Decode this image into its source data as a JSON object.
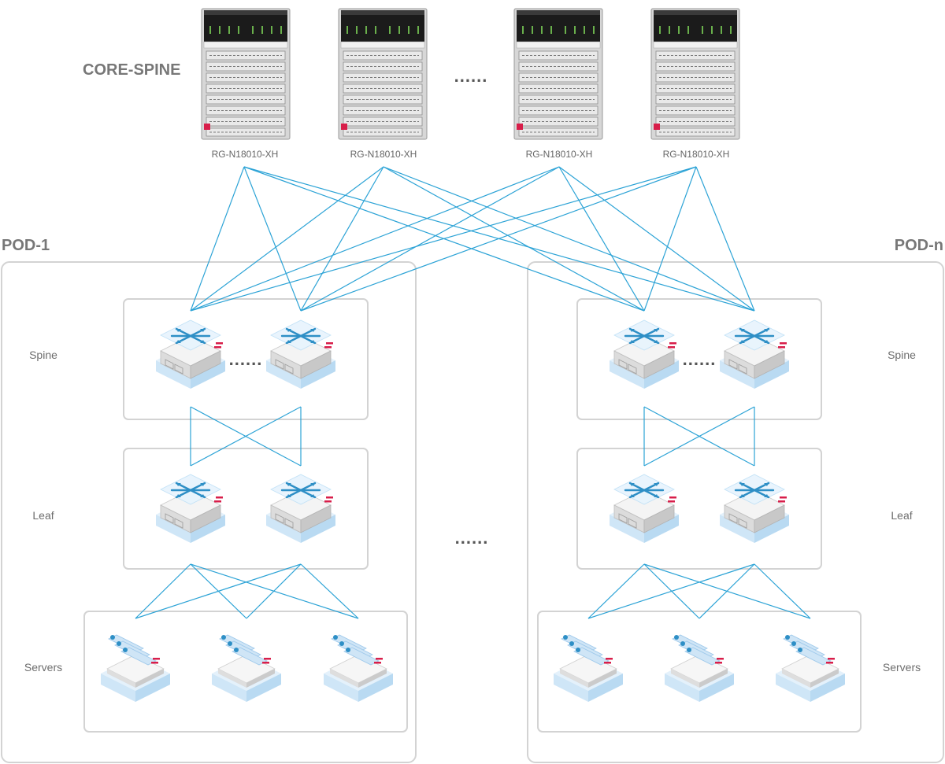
{
  "title": "CORE-SPINE",
  "core_model": "RG-N18010-XH",
  "core_models": [
    "RG-N18010-XH",
    "RG-N18010-XH",
    "RG-N18010-XH",
    "RG-N18010-XH"
  ],
  "ellipsis": "......",
  "pods": [
    {
      "name": "POD-1",
      "layers": {
        "spine": "Spine",
        "leaf": "Leaf",
        "servers": "Servers"
      }
    },
    {
      "name": "POD-n",
      "layers": {
        "spine": "Spine",
        "leaf": "Leaf",
        "servers": "Servers"
      }
    }
  ],
  "icons": {
    "chassis": "chassis-switch-icon",
    "switch": "network-switch-icon",
    "server": "server-icon"
  },
  "colors": {
    "link": "#2ca3d6",
    "box_border": "#d3d3d3",
    "label": "#6d6d6d",
    "accent_red": "#d81e4a"
  }
}
